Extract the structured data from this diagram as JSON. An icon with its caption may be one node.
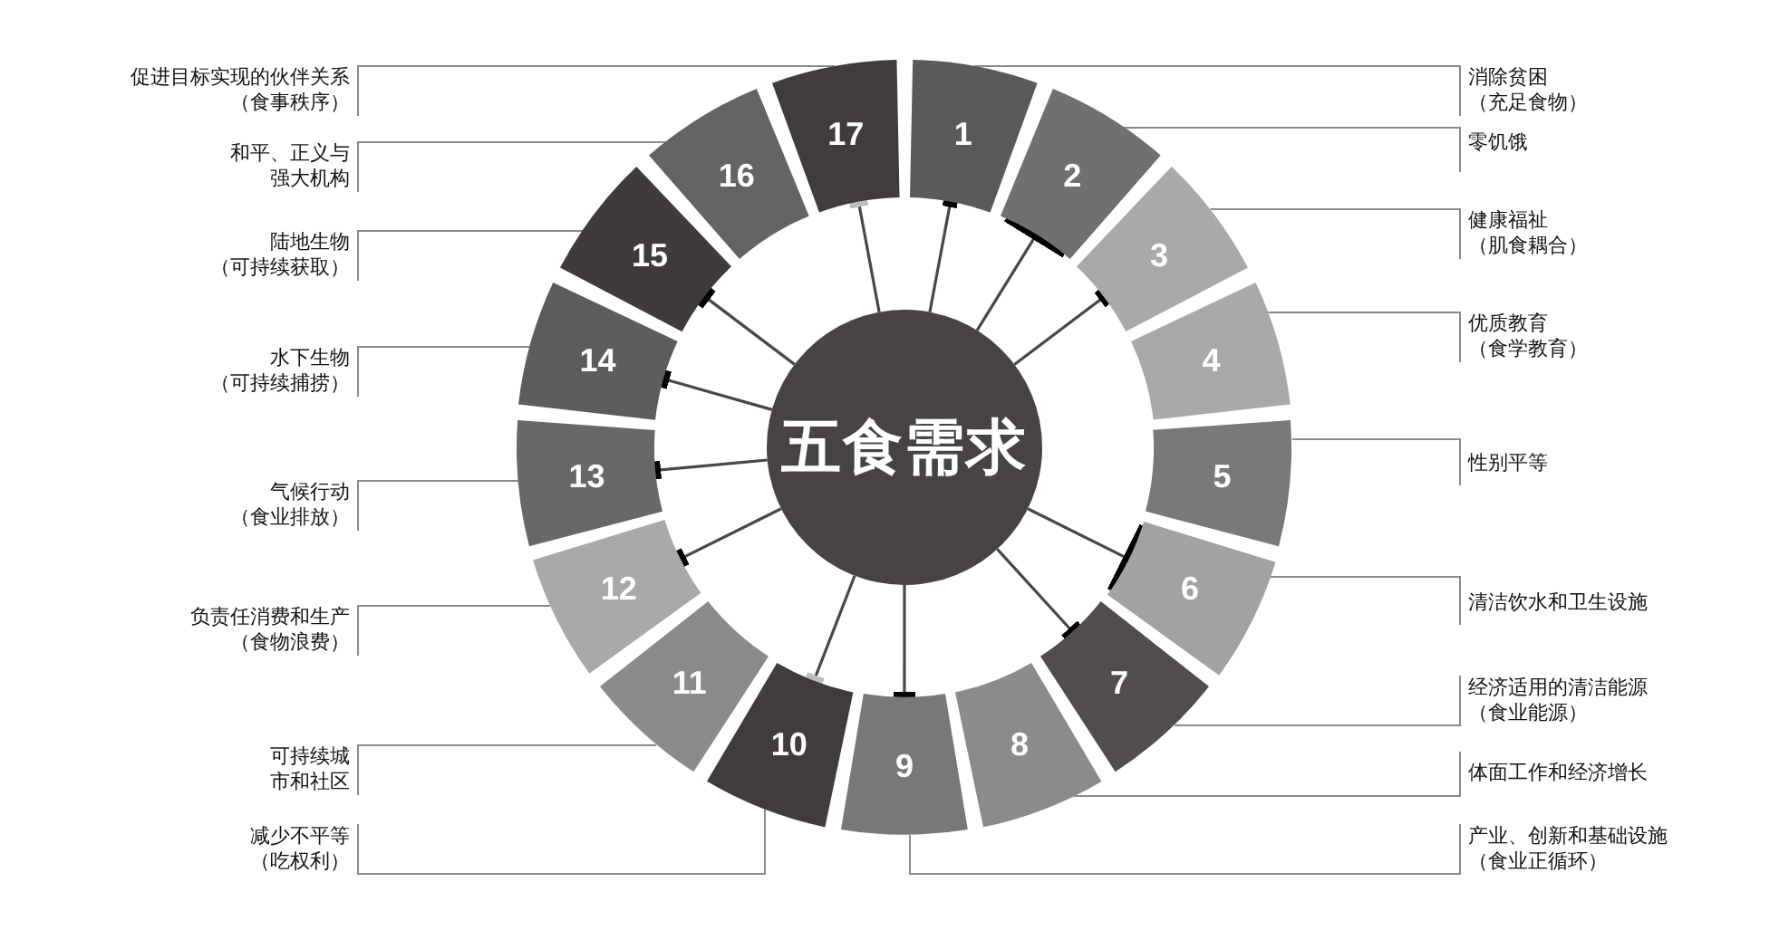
{
  "diagram": {
    "nodes": [
      {
        "text": [
          "五食需求"
        ]
      },
      {
        "text": [
          "1"
        ]
      },
      {
        "text": [
          "2"
        ]
      },
      {
        "text": [
          "3"
        ]
      },
      {
        "text": [
          "4"
        ]
      },
      {
        "text": [
          "5"
        ]
      },
      {
        "text": [
          "6"
        ]
      },
      {
        "text": [
          "7"
        ]
      },
      {
        "text": [
          "8"
        ]
      },
      {
        "text": [
          "9"
        ]
      },
      {
        "text": [
          "10"
        ]
      },
      {
        "text": [
          "11"
        ]
      },
      {
        "text": [
          "12"
        ]
      },
      {
        "text": [
          "13"
        ]
      },
      {
        "text": [
          "14"
        ]
      },
      {
        "text": [
          "15"
        ]
      },
      {
        "text": [
          "16"
        ]
      },
      {
        "text": [
          "17"
        ]
      },
      {
        "text": [
          "消除贫困",
          "（充足食物）"
        ]
      },
      {
        "text": [
          "零饥饿"
        ]
      },
      {
        "text": [
          "健康福祉",
          "（肌食耦合）"
        ]
      },
      {
        "text": [
          "优质教育",
          "（食学教育）"
        ]
      },
      {
        "text": [
          "性别平等"
        ]
      },
      {
        "text": [
          "清洁饮水和卫生设施"
        ]
      },
      {
        "text": [
          "经济适用的清洁能源",
          "（食业能源）"
        ]
      },
      {
        "text": [
          "体面工作和经济增长"
        ]
      },
      {
        "text": [
          "产业、创新和基础设施",
          "（食业正循环）"
        ]
      },
      {
        "text": [
          "减少不平等",
          "（吃权利）"
        ]
      },
      {
        "text": [
          "可持续城市和社区"
        ]
      },
      {
        "text": [
          "负责任消费和生产",
          "（食物浪费）"
        ]
      },
      {
        "text": [
          "气候行动",
          "（食业排放）"
        ]
      },
      {
        "text": [
          "水下生物",
          "（可持续捕捞）"
        ]
      },
      {
        "text": [
          "陆地生物",
          "（可持续获取）"
        ]
      },
      {
        "text": [
          "和平、正义与强大机构"
        ]
      },
      {
        "text": [
          "促进目标实现的伙伴关系",
          "（食事秩序）"
        ]
      }
    ],
    "edges": [
      {
        "from": 0,
        "to": 1,
        "arrow": "other"
      },
      {
        "from": 0,
        "to": 2,
        "arrow": "other"
      },
      {
        "from": 0,
        "to": 3,
        "arrow": "other"
      },
      {
        "from": 0,
        "to": 6,
        "arrow": "other"
      },
      {
        "from": 0,
        "to": 7,
        "arrow": "other"
      },
      {
        "from": 0,
        "to": 9,
        "arrow": "other"
      },
      {
        "from": 0,
        "to": 10,
        "arrow": "other"
      },
      {
        "from": 0,
        "to": 12,
        "arrow": "other"
      },
      {
        "from": 0,
        "to": 13,
        "arrow": "other"
      },
      {
        "from": 0,
        "to": 14,
        "arrow": "other"
      },
      {
        "from": 0,
        "to": 15,
        "arrow": "other"
      },
      {
        "from": 0,
        "to": 17,
        "arrow": "other"
      },
      {
        "from": 18,
        "to": 1,
        "arrow": "none"
      },
      {
        "from": 19,
        "to": 2,
        "arrow": "none"
      },
      {
        "from": 20,
        "to": 3,
        "arrow": "none"
      },
      {
        "from": 21,
        "to": 4,
        "arrow": "none"
      },
      {
        "from": 22,
        "to": 5,
        "arrow": "none"
      },
      {
        "from": 23,
        "to": 6,
        "arrow": "none"
      },
      {
        "from": 24,
        "to": 7,
        "arrow": "none"
      },
      {
        "from": 25,
        "to": 8,
        "arrow": "none"
      },
      {
        "from": 26,
        "to": 9,
        "arrow": "none"
      },
      {
        "from": 27,
        "to": 10,
        "arrow": "none"
      },
      {
        "from": 28,
        "to": 11,
        "arrow": "none"
      },
      {
        "from": 29,
        "to": 12,
        "arrow": "none"
      },
      {
        "from": 30,
        "to": 13,
        "arrow": "none"
      },
      {
        "from": 31,
        "to": 14,
        "arrow": "none"
      },
      {
        "from": 32,
        "to": 15,
        "arrow": "none"
      },
      {
        "from": 33,
        "to": 16,
        "arrow": "none"
      },
      {
        "from": 34,
        "to": 17,
        "arrow": "none"
      }
    ]
  }
}
